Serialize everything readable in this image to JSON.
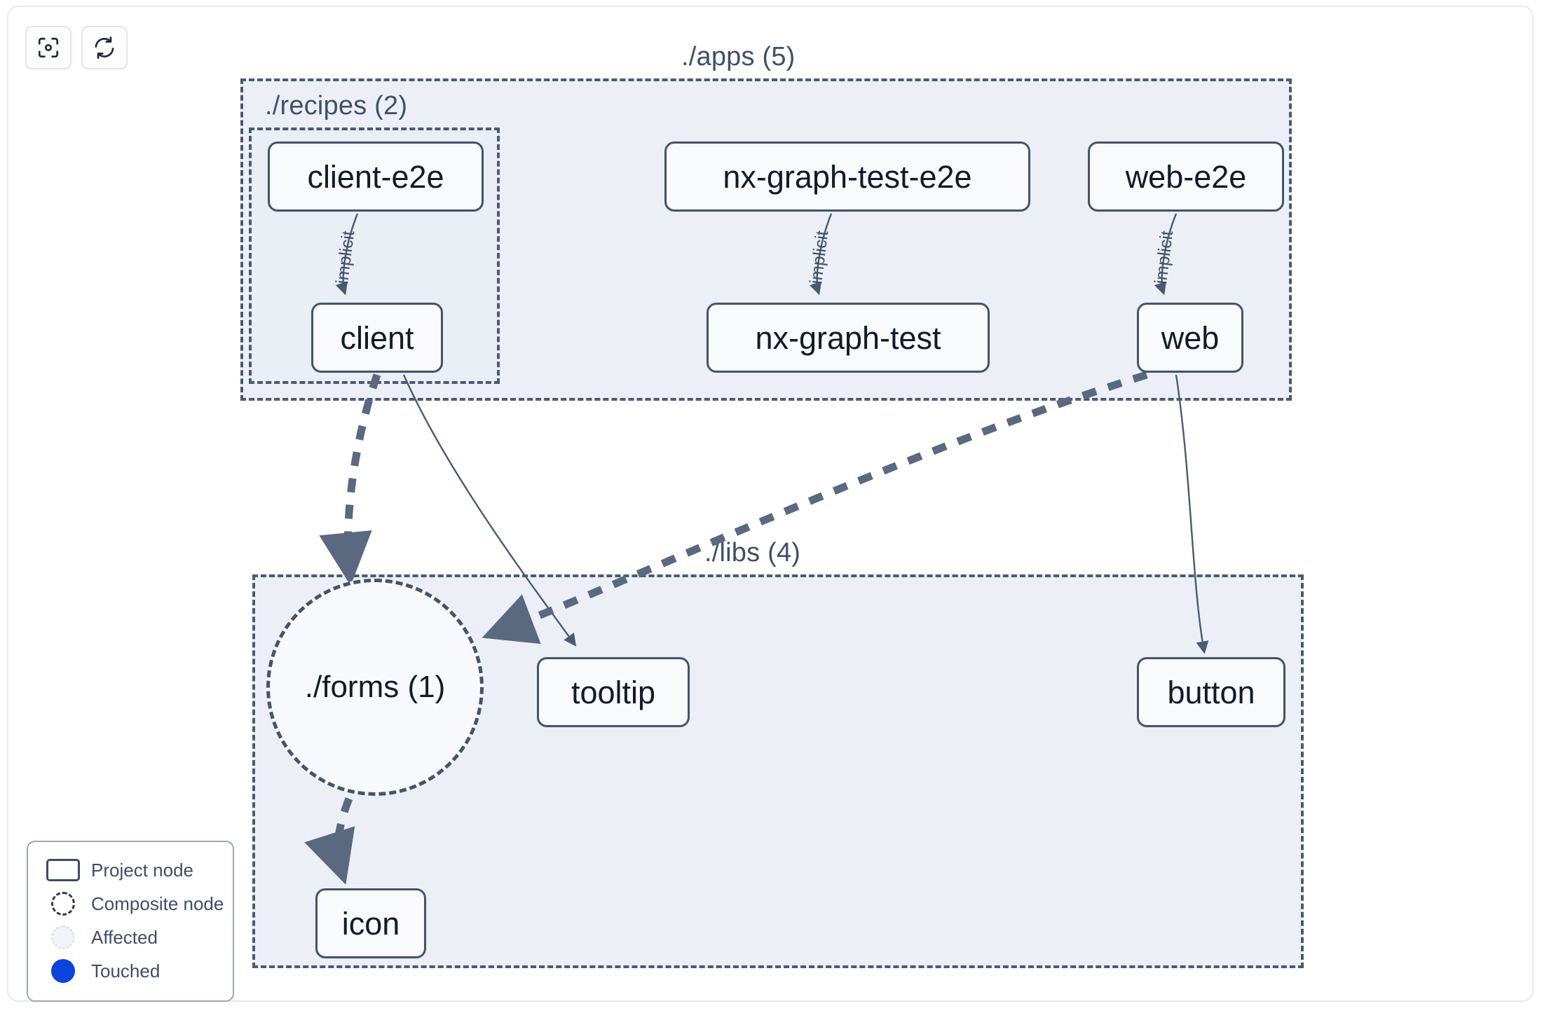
{
  "toolbar": {
    "buttons": [
      {
        "name": "focus-graph-button",
        "icon": "focus-target-icon",
        "title": "Focus"
      },
      {
        "name": "refresh-graph-button",
        "icon": "refresh-icon",
        "title": "Refresh"
      }
    ]
  },
  "graph": {
    "groups": [
      {
        "id": "apps",
        "label": "./apps (5)"
      },
      {
        "id": "recipes",
        "label": "./recipes (2)"
      },
      {
        "id": "libs",
        "label": "./libs (4)"
      }
    ],
    "nodes": [
      {
        "id": "client-e2e",
        "label": "client-e2e",
        "type": "project",
        "group": "recipes"
      },
      {
        "id": "nx-graph-test-e2e",
        "label": "nx-graph-test-e2e",
        "type": "project",
        "group": "apps"
      },
      {
        "id": "web-e2e",
        "label": "web-e2e",
        "type": "project",
        "group": "apps"
      },
      {
        "id": "client",
        "label": "client",
        "type": "project",
        "group": "recipes"
      },
      {
        "id": "nx-graph-test",
        "label": "nx-graph-test",
        "type": "project",
        "group": "apps"
      },
      {
        "id": "web",
        "label": "web",
        "type": "project",
        "group": "apps"
      },
      {
        "id": "forms",
        "label": "./forms (1)",
        "type": "composite",
        "group": "libs"
      },
      {
        "id": "tooltip",
        "label": "tooltip",
        "type": "project",
        "group": "libs"
      },
      {
        "id": "button",
        "label": "button",
        "type": "project",
        "group": "libs"
      },
      {
        "id": "icon",
        "label": "icon",
        "type": "project",
        "group": "libs"
      }
    ],
    "edges": [
      {
        "from": "client-e2e",
        "to": "client",
        "label": "implicit",
        "style": "solid"
      },
      {
        "from": "nx-graph-test-e2e",
        "to": "nx-graph-test",
        "label": "implicit",
        "style": "solid"
      },
      {
        "from": "web-e2e",
        "to": "web",
        "label": "implicit",
        "style": "solid"
      },
      {
        "from": "client",
        "to": "forms",
        "label": "",
        "style": "dashed"
      },
      {
        "from": "client",
        "to": "tooltip",
        "label": "",
        "style": "solid"
      },
      {
        "from": "web",
        "to": "forms",
        "label": "",
        "style": "dashed"
      },
      {
        "from": "web",
        "to": "button",
        "label": "",
        "style": "solid"
      },
      {
        "from": "forms",
        "to": "icon",
        "label": "",
        "style": "dashed"
      }
    ]
  },
  "legend": {
    "items": [
      {
        "id": "project",
        "label": "Project node"
      },
      {
        "id": "composite",
        "label": "Composite node"
      },
      {
        "id": "affected",
        "label": "Affected"
      },
      {
        "id": "touched",
        "label": "Touched"
      }
    ]
  },
  "colors": {
    "touched": "#0b43dc",
    "node_border": "#45536b",
    "group_border": "#4b5a72",
    "group_fill": "#ecf0f6",
    "edge": "#4b5a72"
  }
}
